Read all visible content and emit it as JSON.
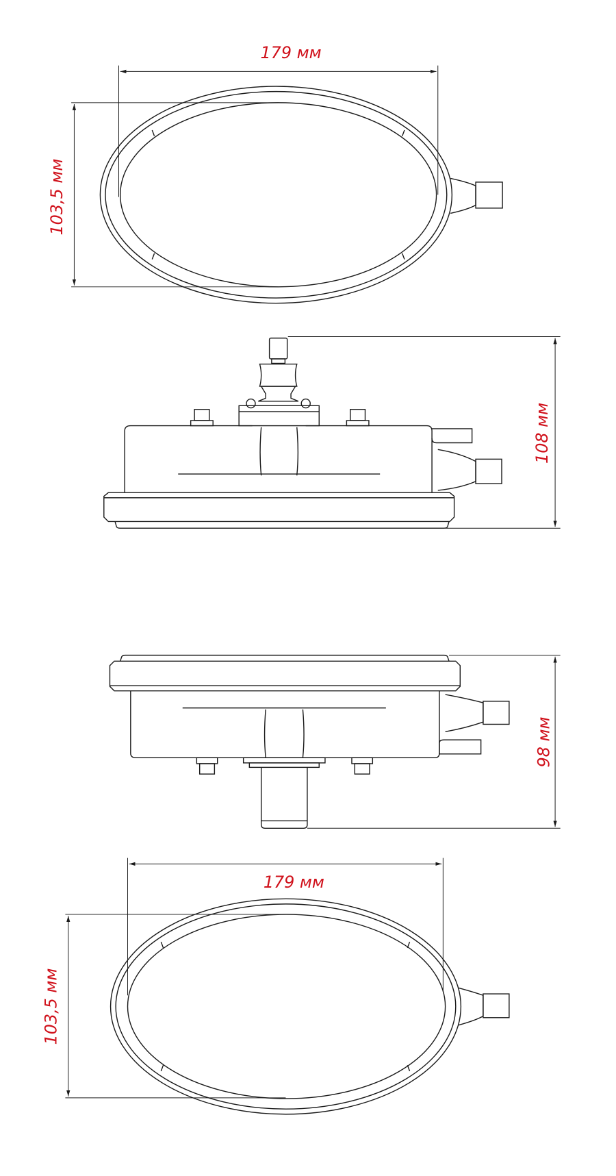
{
  "drawing": {
    "top_view": {
      "width_label": "179 мм",
      "height_label": "103,5 мм"
    },
    "side_view_up": {
      "height_label": "108 мм"
    },
    "side_view_down": {
      "height_label": "98 мм"
    },
    "bottom_view": {
      "width_label": "179 мм",
      "height_label": "103,5 мм"
    }
  },
  "colors": {
    "dimension_text": "#d0111b",
    "lines": "#1a1a1a"
  }
}
